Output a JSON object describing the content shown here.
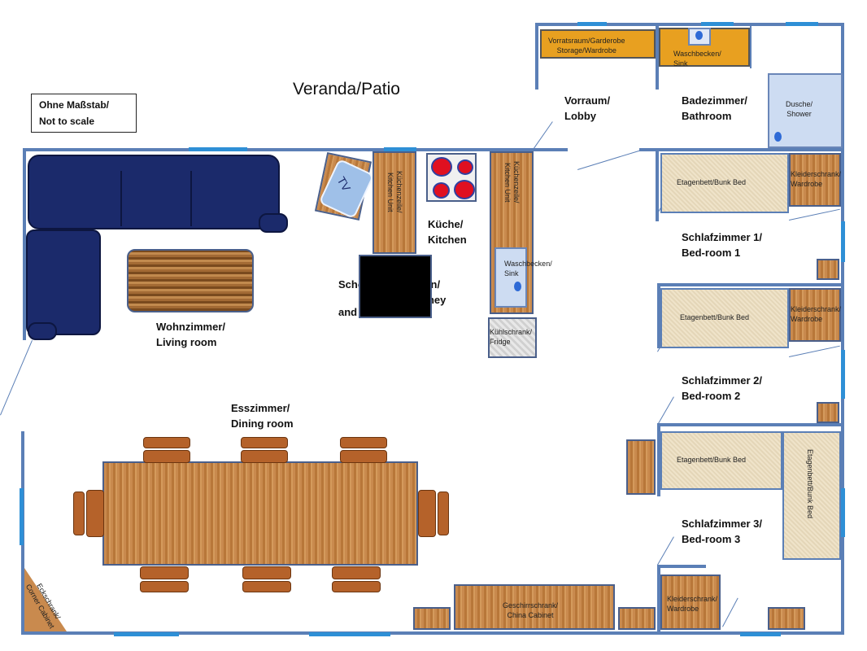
{
  "scale_note": {
    "line1": "Ohne Maßstab/",
    "line2": "Not to scale"
  },
  "veranda": "Veranda/Patio",
  "rooms": {
    "storage": "Vorratsraum/Garderobe\nStorage/Wardrobe",
    "sink_bath": "Waschbecken/\nSink",
    "shower": "Dusche/\nShower",
    "lobby": "Vorraum/\nLobby",
    "bathroom": "Badezimmer/\nBathroom",
    "kitchen": "Küche/\nKitchen",
    "kitchen_unit_left": "Küchenzeile/\nKitchen Unit",
    "kitchen_unit_right": "Küchenzeile/\nKitchen Unit",
    "tv": "TV",
    "chimney_left": "Scho",
    "chimney_right": "nin/\nnney",
    "chimney_bottom": "and",
    "sink_kitchen": "Waschbecken/\nSink",
    "fridge": "Kühlschrank/\nFridge",
    "living": "Wohnzimmer/\nLiving room",
    "dining": "Esszimmer/\nDining room",
    "bunk1": "Etagenbett/Bunk Bed",
    "bunk2": "Etagenbett/Bunk Bed",
    "bunk3": "Etagenbett/Bunk Bed",
    "bunk3b": "Etagenbett/Bunk Bed",
    "wardrobe1": "Kleiderschrank/\nWardrobe",
    "wardrobe2": "Kleiderschrank/\nWardrobe",
    "wardrobe3": "Kleiderschrank/\nWardrobe",
    "bedroom1": "Schlafzimmer 1/\nBed-room 1",
    "bedroom2": "Schlafzimmer 2/\nBed-room 2",
    "bedroom3": "Schlafzimmer 3/\nBed-room 3",
    "china": "Geschirrschrank/\nChina Cabinet",
    "corner": "Eckschrank/\nCorner Cabinet"
  },
  "colors": {
    "wall": "#5b7fb6",
    "window": "#2e8fd6",
    "sofa": "#1b2a6b",
    "wood": "#c98a4e",
    "orange": "#e8a020"
  }
}
